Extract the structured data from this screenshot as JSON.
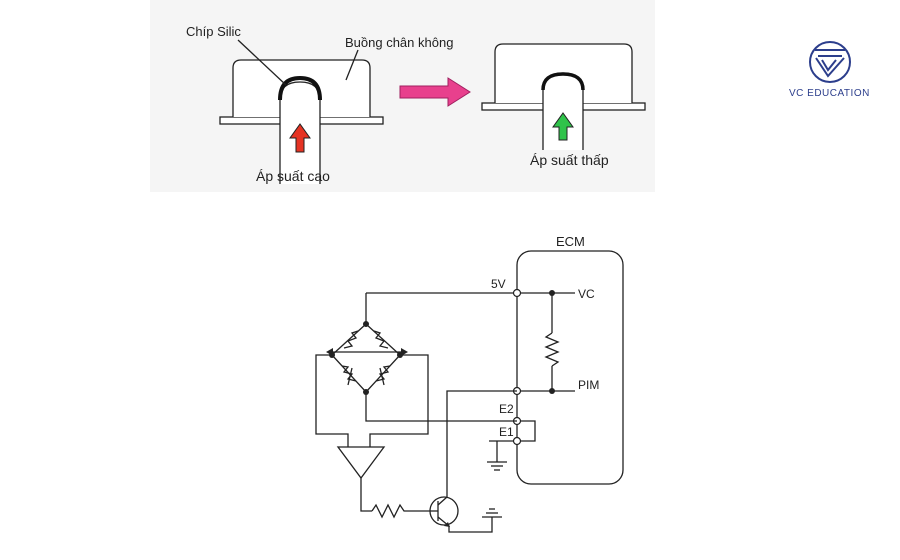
{
  "sensor_diagram": {
    "label_chip": "Chíp Silic",
    "label_chamber": "Buồng chân không",
    "label_high_pressure": "Áp suất cao",
    "label_low_pressure": "Áp suất thấp",
    "arrow_high_color": "#e53323",
    "arrow_low_color": "#2fc34a",
    "transition_arrow_color": "#e8408d"
  },
  "circuit": {
    "ecm_label": "ECM",
    "supply_label": "5V",
    "pin_vc": "VC",
    "pin_pim": "PIM",
    "pin_e2": "E2",
    "pin_e1": "E1"
  },
  "logo": {
    "brand_text": "VC EDUCATION",
    "brand_color": "#2c3e8c"
  }
}
